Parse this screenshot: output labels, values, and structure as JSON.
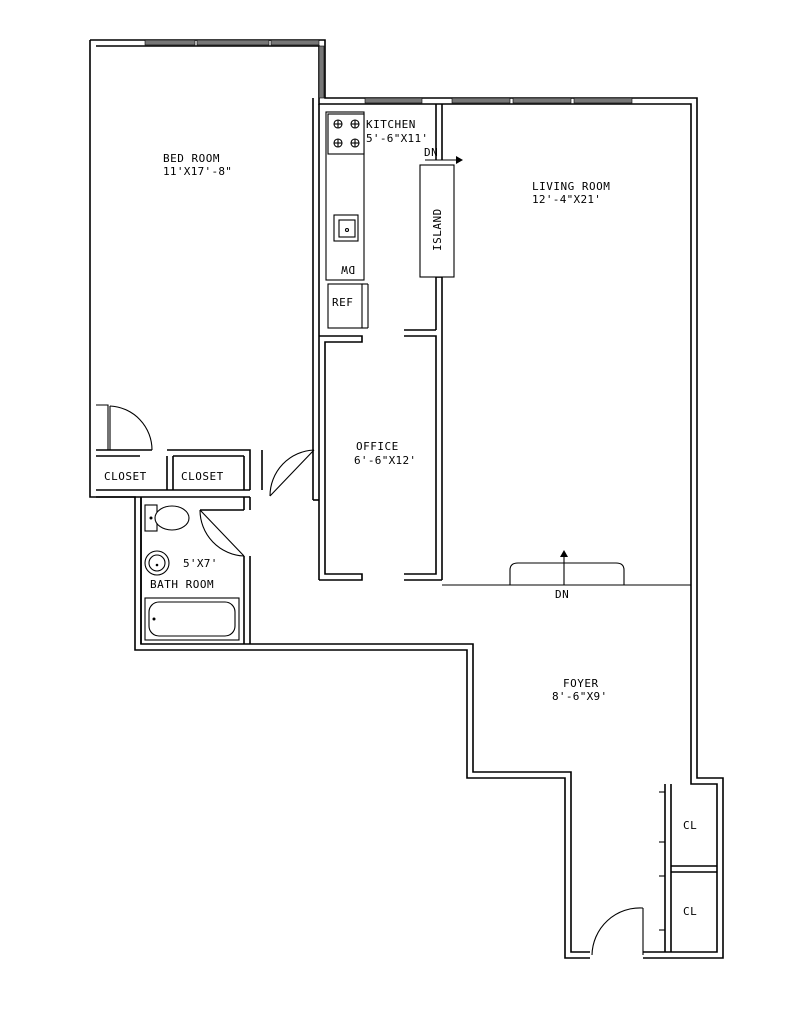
{
  "rooms": {
    "bedroom": {
      "name": "BED ROOM",
      "dims": "11'X17'-8\""
    },
    "kitchen": {
      "name": "KITCHEN",
      "dims": "5'-6\"X11'"
    },
    "living": {
      "name": "LIVING ROOM",
      "dims": "12'-4\"X21'"
    },
    "office": {
      "name": "OFFICE",
      "dims": "6'-6\"X12'"
    },
    "bath": {
      "name": "BATH ROOM",
      "dims": "5'X7'"
    },
    "foyer": {
      "name": "FOYER",
      "dims": "8'-6\"X9'"
    }
  },
  "closets": {
    "closet_1": "CLOSET",
    "closet_2": "CLOSET",
    "cl_1": "CL",
    "cl_2": "CL"
  },
  "fixtures": {
    "island": "ISLAND",
    "dishwasher": "DW",
    "refrigerator": "REF"
  },
  "markers": {
    "kitchen_step": "DN",
    "living_step": "DN"
  }
}
